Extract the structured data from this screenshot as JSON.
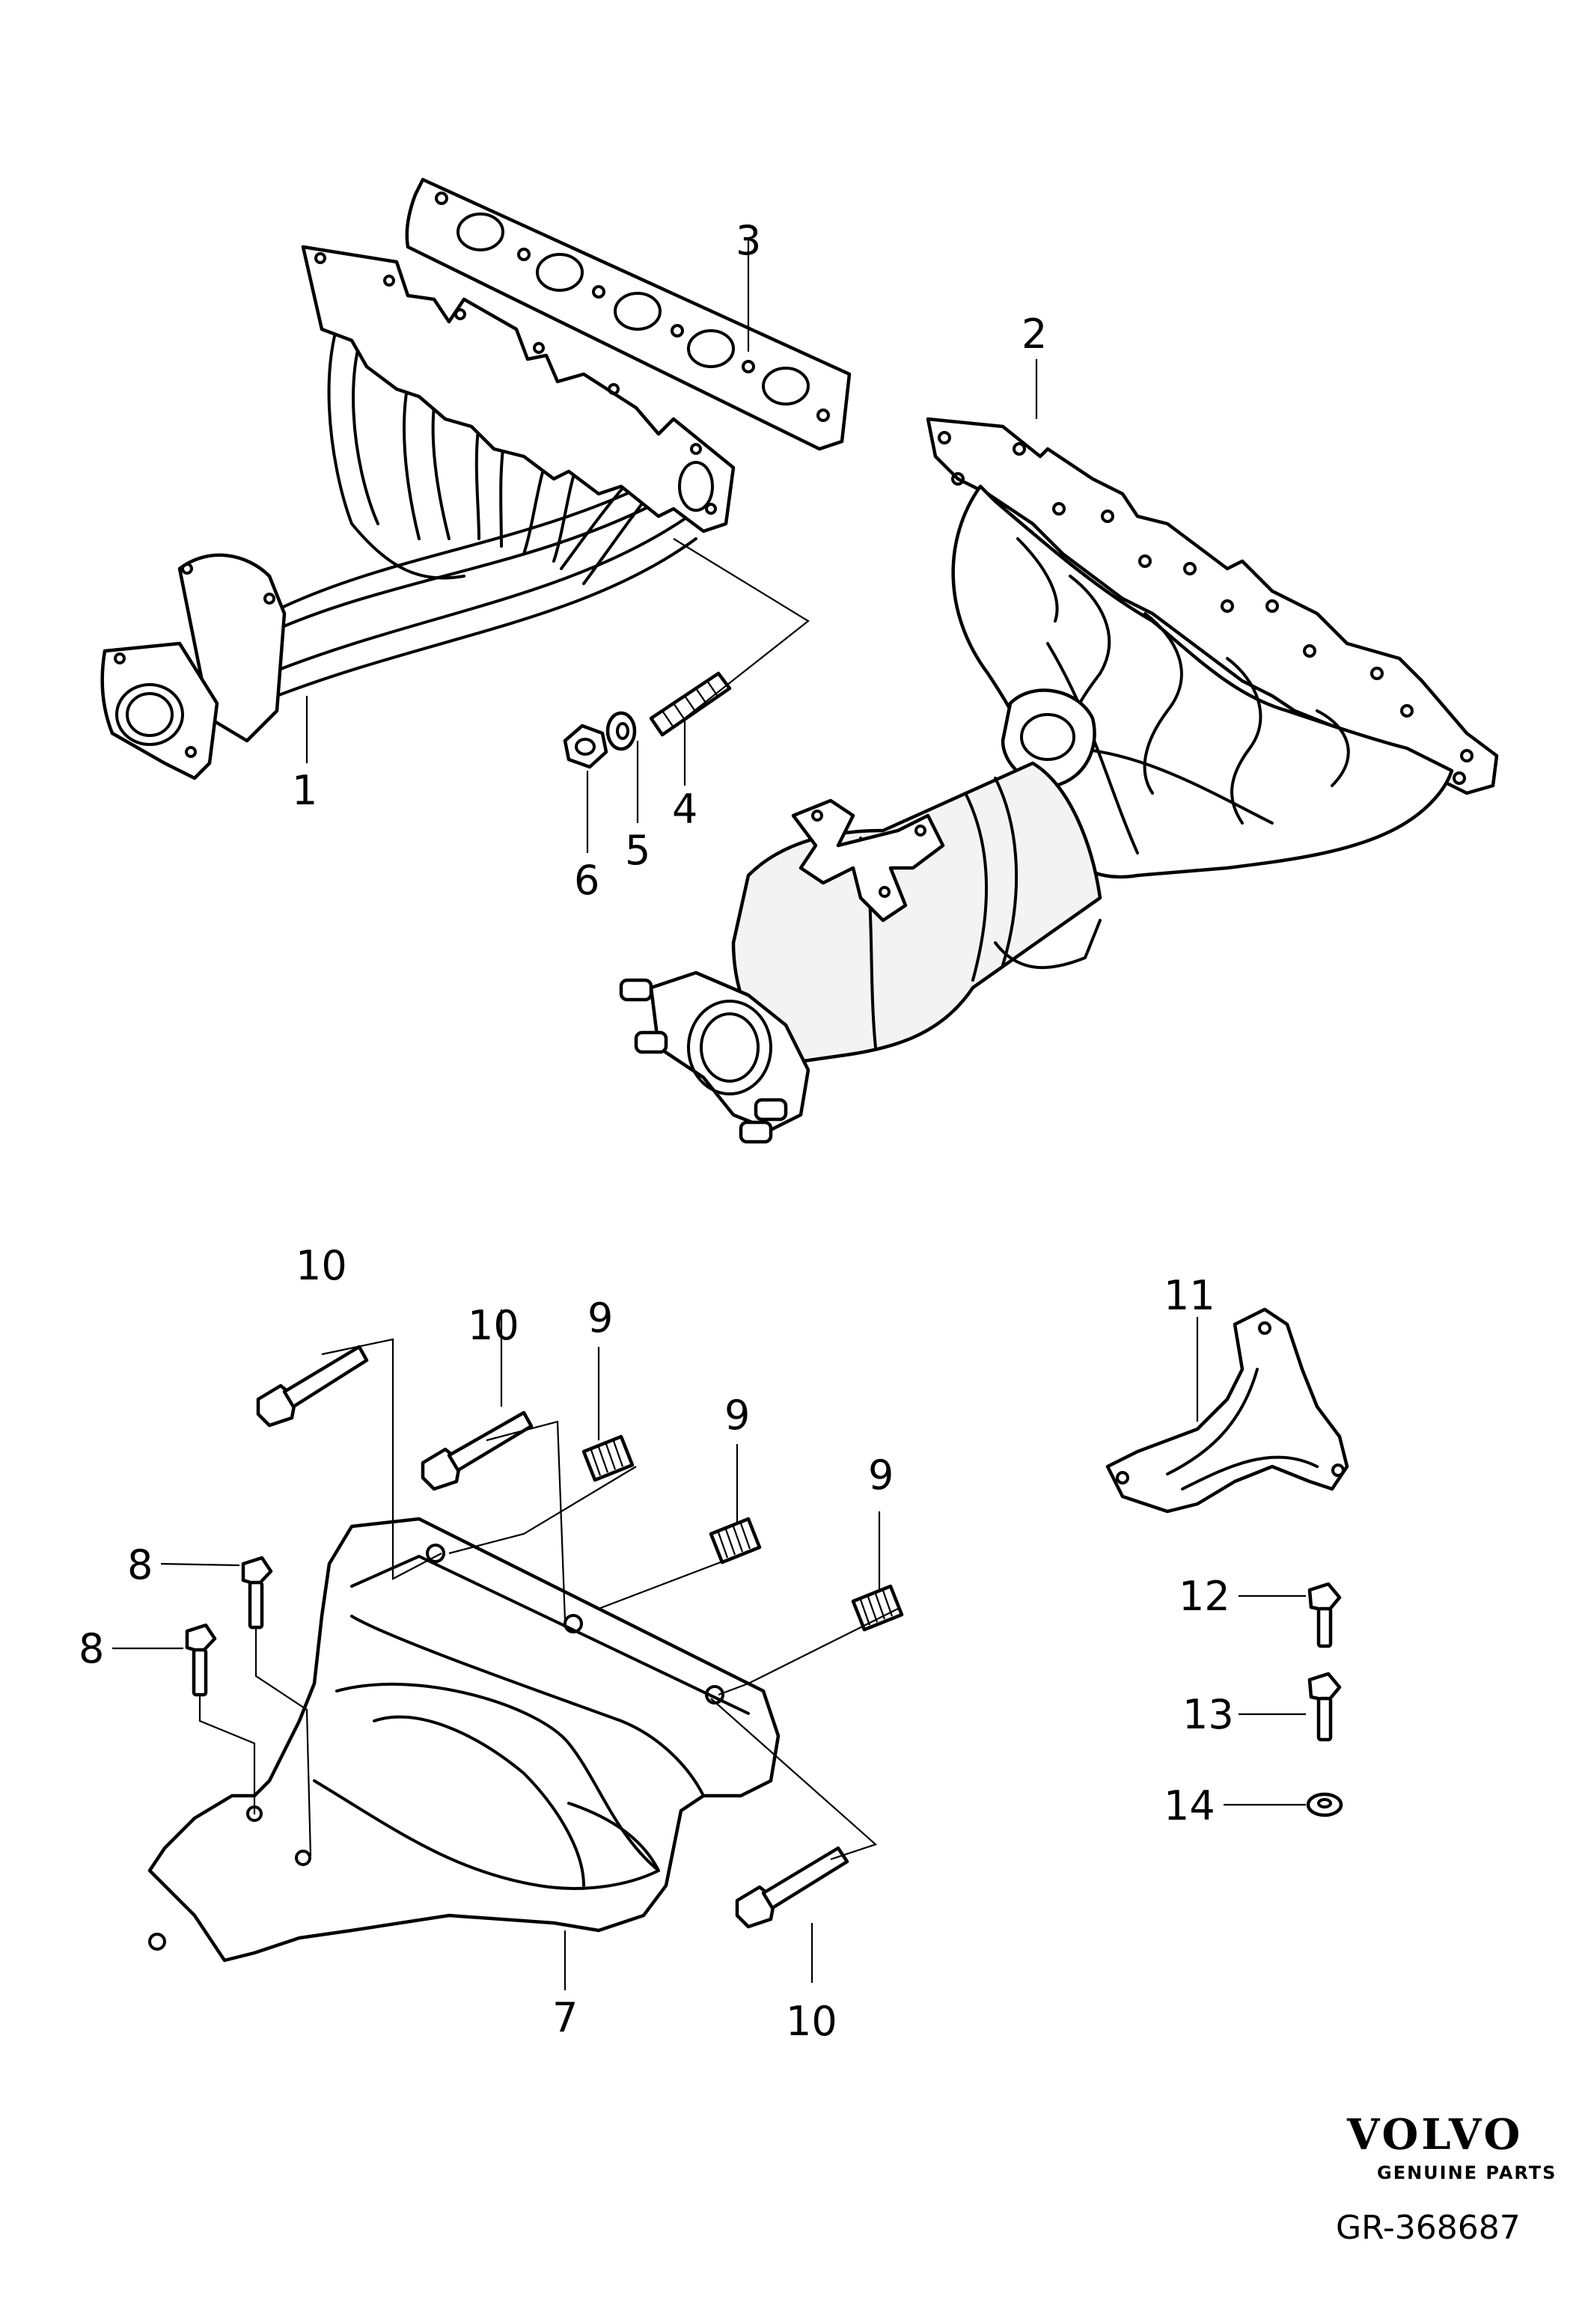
{
  "callouts": [
    {
      "id": "1",
      "part": "exhaust-manifold-tubular"
    },
    {
      "id": "2",
      "part": "exhaust-manifold-with-catalytic-converter"
    },
    {
      "id": "3",
      "part": "manifold-gasket"
    },
    {
      "id": "4",
      "part": "stud"
    },
    {
      "id": "5",
      "part": "washer"
    },
    {
      "id": "6",
      "part": "flange-nut"
    },
    {
      "id": "7",
      "part": "heat-shield"
    },
    {
      "id": "8",
      "part": "screw"
    },
    {
      "id": "9",
      "part": "spring"
    },
    {
      "id": "10",
      "part": "flange-screw"
    },
    {
      "id": "11",
      "part": "bracket"
    },
    {
      "id": "12",
      "part": "screw"
    },
    {
      "id": "13",
      "part": "screw"
    },
    {
      "id": "14",
      "part": "washer"
    }
  ],
  "labels": {
    "l1": "1",
    "l2": "2",
    "l3": "3",
    "l4": "4",
    "l5": "5",
    "l6": "6",
    "l7": "7",
    "l8a": "8",
    "l8b": "8",
    "l9a": "9",
    "l9b": "9",
    "l9c": "9",
    "l10a": "10",
    "l10b": "10",
    "l10c": "10",
    "l11": "11",
    "l12": "12",
    "l13": "13",
    "l14": "14"
  },
  "branding": {
    "logo": "VOLVO",
    "tagline": "GENUINE PARTS",
    "reference": "GR-368687"
  }
}
